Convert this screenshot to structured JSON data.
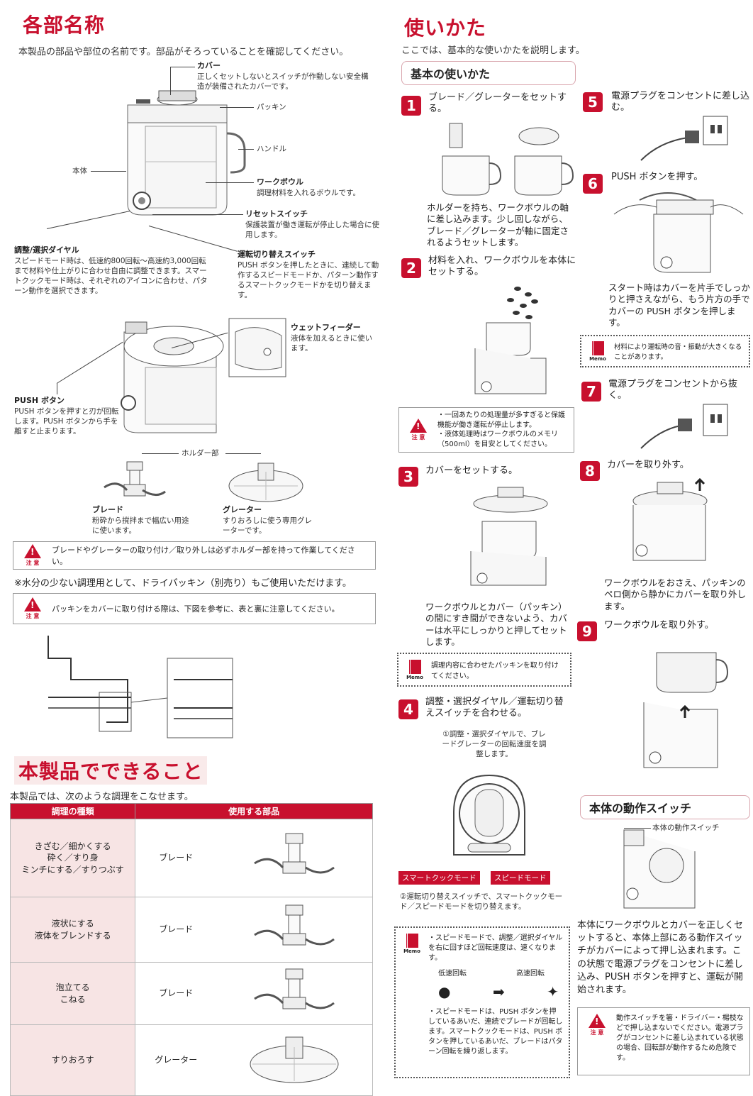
{
  "parts_section": {
    "title": "各部名称",
    "lead": "本製品の部品や部位の名前です。部品がそろっていることを確認してください。",
    "labels": {
      "cover": "カバー",
      "cover_desc": "正しくセットしないとスイッチが作動しない安全構造が装備されたカバーです。",
      "packing": "パッキン",
      "handle": "ハンドル",
      "body": "本体",
      "bowl": "ワークボウル",
      "bowl_desc": "調理材料を入れるボウルです。",
      "reset": "リセットスイッチ",
      "reset_desc": "保護装置が働き運転が停止した場合に使用します。",
      "dial": "調整/選択ダイヤル",
      "dial_desc": "スピードモード時は、低速約800回転～高速約3,000回転まで材料や仕上がりに合わせ自由に調整できます。スマートクックモード時は、それぞれのアイコンに合わせ、パターン動作を選択できます。",
      "mode_switch": "運転切り替えスイッチ",
      "mode_switch_desc": "PUSH ボタンを押したときに、連続して動作するスピードモードか、パターン動作するスマートクックモードかを切り替えます。",
      "wet_feeder": "ウェットフィーダー",
      "wet_feeder_desc": "液体を加えるときに使います。",
      "push": "PUSH ボタン",
      "push_desc": "PUSH ボタンを押すと刃が回転します。PUSH ボタンから手を離すと止まります。",
      "holder": "ホルダー部",
      "blade": "ブレード",
      "blade_desc": "粉砕から撹拌まで幅広い用途に使います。",
      "grater": "グレーター",
      "grater_desc": "すりおろしに使う専用グレーターです。"
    },
    "caution1": "ブレードやグレーターの取り付け／取り外しは必ずホルダー部を持って作業してください。",
    "note": "※水分の少ない調理用として、ドライパッキン（別売り）もご使用いただけます。",
    "caution2": "パッキンをカバーに取り付ける際は、下図を参考に、表と裏に注意してください。",
    "caution_word": "注 意"
  },
  "capabilities": {
    "title": "本製品でできること",
    "lead": "本製品では、次のような調理をこなせます。",
    "headers": [
      "調理の種類",
      "使用する部品"
    ],
    "rows": [
      {
        "kind": "きざむ／細かくする\n砕く／すり身\nミンチにする／すりつぶす",
        "part": "ブレード"
      },
      {
        "kind": "液状にする\n液体をブレンドする",
        "part": "ブレード"
      },
      {
        "kind": "泡立てる\nこねる",
        "part": "ブレード"
      },
      {
        "kind": "すりおろす",
        "part": "グレーター"
      }
    ]
  },
  "usage": {
    "title": "使いかた",
    "lead": "ここでは、基本的な使いかたを説明します。",
    "basic_title": "基本の使いかた",
    "steps": [
      {
        "num": "1",
        "title": "ブレード／グレーターをセットする。",
        "body": "ホルダーを持ち、ワークボウルの軸に差し込みます。少し回しながら、ブレード／グレーターが軸に固定されるようセットします。"
      },
      {
        "num": "2",
        "title": "材料を入れ、ワークボウルを本体にセットする。"
      },
      {
        "num": "3",
        "title": "カバーをセットする。",
        "body": "ワークボウルとカバー（パッキン）の間にすき間ができないよう、カバーは水平にしっかりと押してセットします。"
      },
      {
        "num": "4",
        "title": "調整・選択ダイヤル／運転切り替えスイッチを合わせる。"
      },
      {
        "num": "5",
        "title": "電源プラグをコンセントに差し込む。"
      },
      {
        "num": "6",
        "title": "PUSH ボタンを押す。",
        "body": "スタート時はカバーを片手でしっかりと押さえながら、もう片方の手でカバーの PUSH ボタンを押します。"
      },
      {
        "num": "7",
        "title": "電源プラグをコンセントから抜く。"
      },
      {
        "num": "8",
        "title": "カバーを取り外す。",
        "body": "ワークボウルをおさえ、パッキンのペロ側から静かにカバーを取り外します。"
      },
      {
        "num": "9",
        "title": "ワークボウルを取り外す。"
      }
    ],
    "caution_step2": [
      "・一回あたりの処理量が多すぎると保護機能が働き運転が停止します。",
      "・液体処理時はワークボウルのメモリ（500ml）を目安としてください。"
    ],
    "memo_step3": "調理内容に合わせたパッキンを取り付けてください。",
    "dial_note1": "①調整・選択ダイヤルで、ブレードグレーターの回転速度を調整します。",
    "smart_mode": "スマートクックモード",
    "speed_mode": "スピードモード",
    "dial_note2": "②運転切り替えスイッチで、スマートクックモード／スピードモードを切り替えます。",
    "memo_step4a": "・スピードモードで、調整／選択ダイヤルを右に回すほど回転速度は、速くなります。",
    "low_speed": "低速回転",
    "high_speed": "高速回転",
    "memo_step4b": "・スピードモードは、PUSH ボタンを押しているあいだ、連続でブレードが回転します。スマートクックモードは、PUSH ボタンを押しているあいだ、ブレードはパターン回転を繰り返します。",
    "memo_step6": "材料により運転時の音・振動が大きくなることがあります。",
    "memo_word": "Memo"
  },
  "switch_section": {
    "title": "本体の動作スイッチ",
    "label": "本体の動作スイッチ",
    "body": "本体にワークボウルとカバーを正しくセットすると、本体上部にある動作スイッチがカバーによって押し込まれます。この状態で電源プラグをコンセントに差し込み、PUSH ボタンを押すと、運転が開始されます。",
    "caution": "動作スイッチを箸・ドライバー・楊枝などで押し込まないでください。電源プラグがコンセントに差し込まれている状態の場合、回転部が動作するため危険です。"
  },
  "colors": {
    "accent": "#c8102e",
    "table_kind_bg": "#f7e4e4"
  }
}
